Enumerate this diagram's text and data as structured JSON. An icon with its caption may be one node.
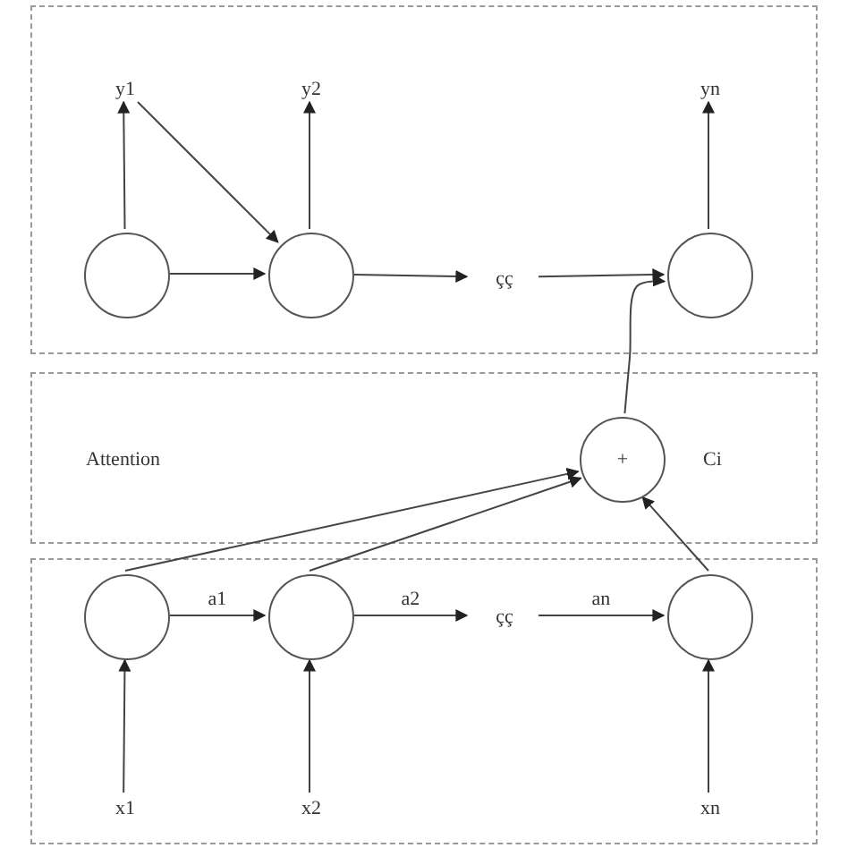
{
  "diagram": {
    "nodes": [
      {
        "text": [],
        "shape": "box"
      },
      {
        "text": [
          "y1"
        ],
        "in": 0
      },
      {
        "text": [
          "y2"
        ],
        "in": 0
      },
      {
        "text": [
          "yn"
        ],
        "in": 0
      },
      {
        "text": [],
        "shape": "circle",
        "in": 0
      },
      {
        "text": [],
        "shape": "circle",
        "in": 0
      },
      {
        "text": [
          "çç"
        ],
        "in": 0
      },
      {
        "text": [],
        "shape": "circle",
        "in": 0
      },
      {
        "text": [
          "Attention"
        ]
      },
      {
        "text": [
          "+"
        ],
        "beside": [
          "Ci"
        ],
        "in": 8
      },
      {
        "text": [],
        "shape": "box"
      },
      {
        "text": [],
        "shape": "circle",
        "in": 10
      },
      {
        "text": [],
        "shape": "circle",
        "in": 10
      },
      {
        "text": [
          "çç"
        ],
        "in": 10
      },
      {
        "text": [],
        "shape": "circle",
        "in": 10
      },
      {
        "text": [
          "x1"
        ],
        "in": 10
      },
      {
        "text": [
          "x2"
        ],
        "in": 10
      },
      {
        "text": [
          "xn"
        ],
        "in": 10
      }
    ],
    "edges": [
      {
        "from": 4,
        "to": 1,
        "arrow": "to"
      },
      {
        "from": 5,
        "to": 2,
        "arrow": "to"
      },
      {
        "from": 7,
        "to": 3,
        "arrow": "to"
      },
      {
        "from": 1,
        "to": 5,
        "arrow": "to"
      },
      {
        "from": 4,
        "to": 5,
        "arrow": "to"
      },
      {
        "from": 5,
        "to": 6,
        "arrow": "to"
      },
      {
        "from": 6,
        "to": 7,
        "arrow": "to"
      },
      {
        "from": 9,
        "to": 7,
        "arrow": "to"
      },
      {
        "from": 11,
        "to": 9,
        "arrow": "to"
      },
      {
        "from": 12,
        "to": 9,
        "arrow": "to"
      },
      {
        "from": 14,
        "to": 9,
        "arrow": "to"
      },
      {
        "from": 11,
        "to": 12,
        "arrow": "to",
        "label": "a1"
      },
      {
        "from": 12,
        "to": 13,
        "arrow": "to",
        "label": "a2"
      },
      {
        "from": 13,
        "to": 14,
        "arrow": "to",
        "label": "an"
      },
      {
        "from": 15,
        "to": 11,
        "arrow": "to"
      },
      {
        "from": 16,
        "to": 12,
        "arrow": "to"
      },
      {
        "from": 17,
        "to": 14,
        "arrow": "to"
      }
    ]
  }
}
